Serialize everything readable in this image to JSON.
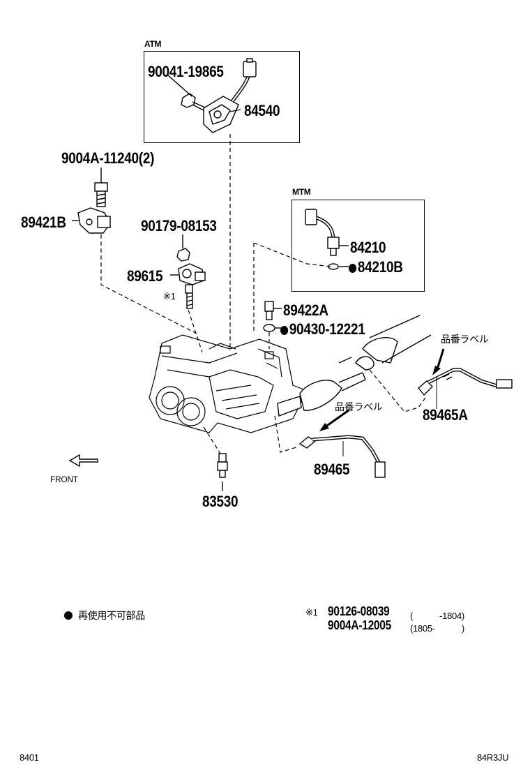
{
  "boxes": {
    "atm_title": "ATM",
    "mtm_title": "MTM"
  },
  "parts": {
    "p90041_19865": "90041-19865",
    "p84540": "84540",
    "p9004a_11240": "9004A-11240(2)",
    "p89421b": "89421B",
    "p90179_08153": "90179-08153",
    "p89615": "89615",
    "ref1_mark": "※1",
    "p84210": "84210",
    "p84210b": "84210B",
    "p89422a": "89422A",
    "p90430_12221": "90430-12221",
    "p89465a": "89465A",
    "p89465": "89465",
    "p83530": "83530",
    "label_tag_1": "品番ラベル",
    "label_tag_2": "品番ラベル",
    "front": "FRONT"
  },
  "legend": {
    "bullet_text": "再使用不可部品"
  },
  "footnote": {
    "mark": "※1",
    "row1_part": "90126-08039",
    "row1_range": "(　　　-1804)",
    "row2_part": "9004A-12005",
    "row2_range": "(1805-　　　)"
  },
  "footer": {
    "left_code": "8401",
    "right_code": "84R3JU"
  }
}
